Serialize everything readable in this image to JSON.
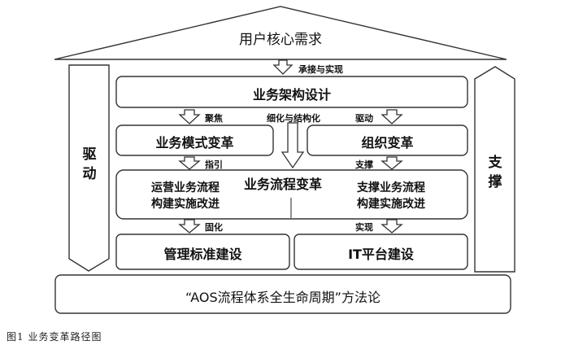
{
  "diagram": {
    "roof": {
      "title": "用户核心需求"
    },
    "left_pillar": {
      "label": "驱动"
    },
    "right_pillar": {
      "label": "支撑"
    },
    "connectors": {
      "undertake": "承接与实现",
      "focus": "聚焦",
      "refine": "细化与结构化",
      "drive": "驱动",
      "guide": "指引",
      "support": "支撑",
      "solidify": "固化",
      "realize": "实现"
    },
    "boxes": {
      "architecture": "业务架构设计",
      "business_model": "业务模式变革",
      "org_change": "组织变革",
      "process_change": "业务流程变革",
      "ops_process_line1": "运营业务流程",
      "ops_process_line2": "构建实施改进",
      "support_process_line1": "支撑业务流程",
      "support_process_line2": "构建实施改进",
      "management_std": "管理标准建设",
      "it_platform": "IT平台建设"
    },
    "foundation": "“AOS流程体系全生命周期”方法论"
  },
  "caption": "图1   业务变革路径图"
}
